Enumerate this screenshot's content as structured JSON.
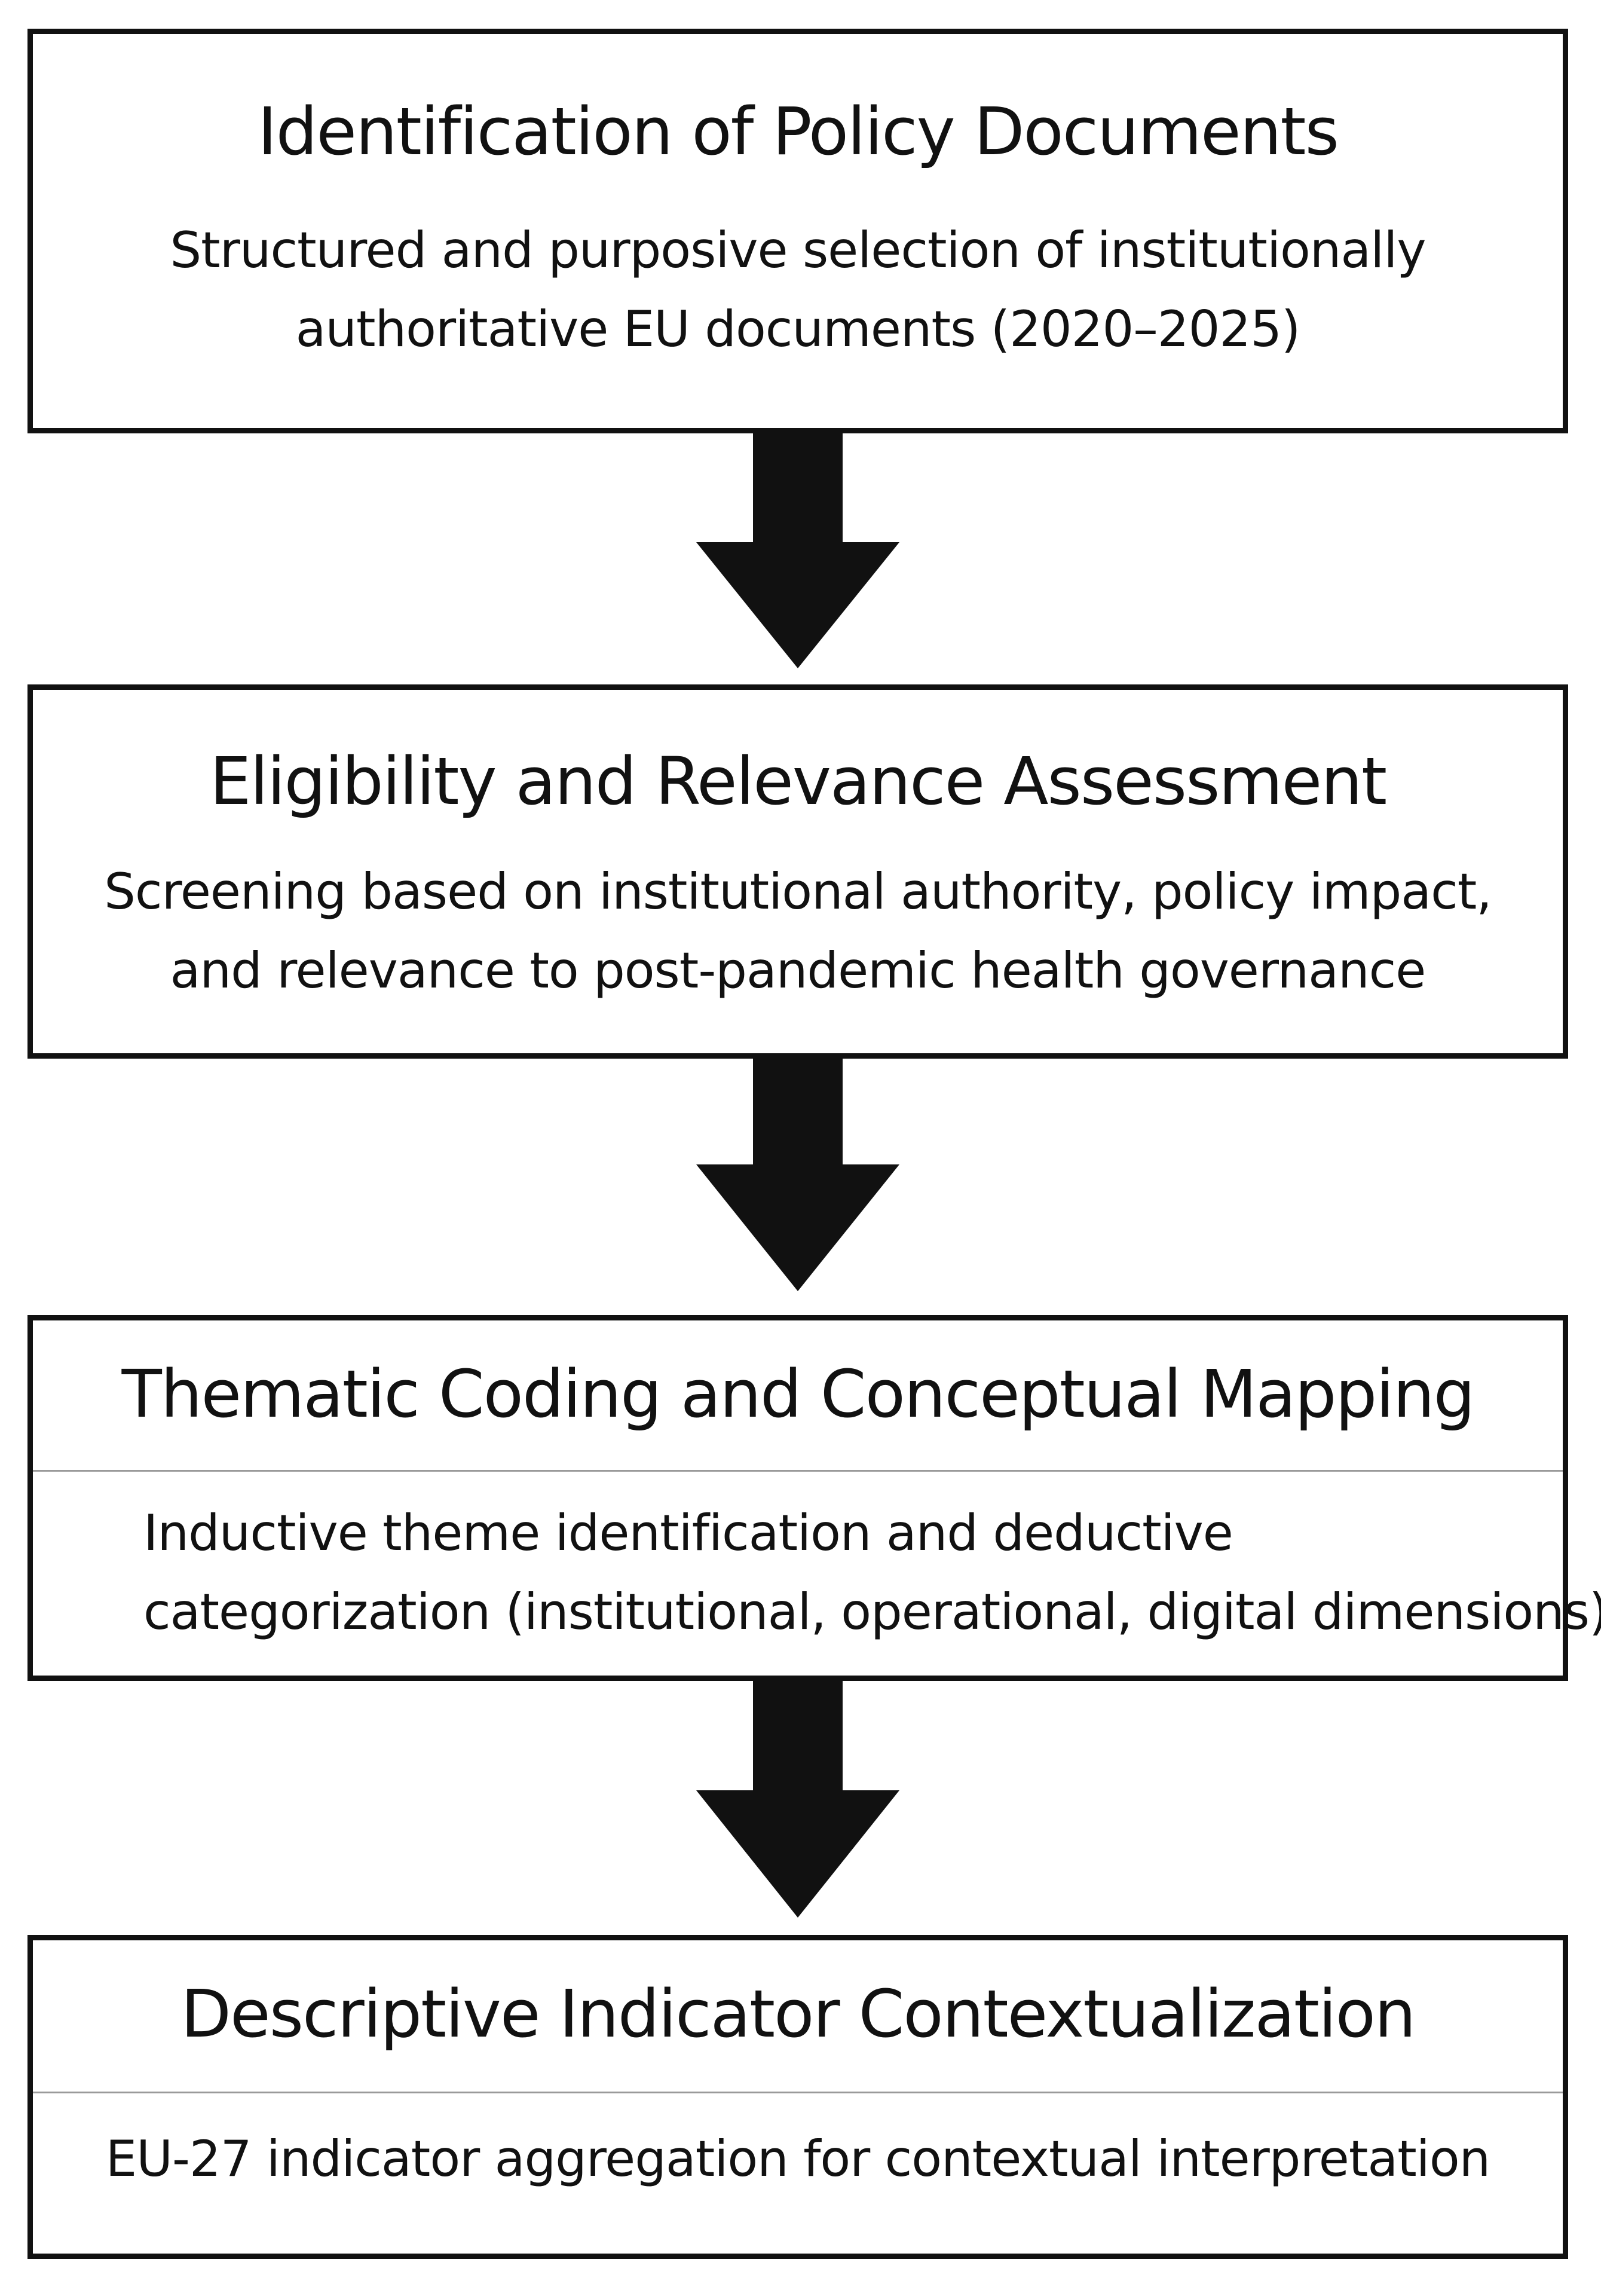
{
  "steps": [
    {
      "title": "Identification of Policy Documents",
      "description_lines": [
        "Structured and purposive selection of institutionally",
        "authoritative EU documents (2020–2025)"
      ]
    },
    {
      "title": "Eligibility and Relevance Assessment",
      "description_lines": [
        "Screening based on institutional authority, policy impact,",
        "and relevance to post-pandemic health governance"
      ]
    },
    {
      "title": "Thematic Coding and Conceptual Mapping",
      "description_lines": [
        "Inductive theme identification and deductive",
        "categorization (institutional, operational, digital dimensions)"
      ]
    },
    {
      "title": "Descriptive Indicator Contextualization",
      "description_lines": [
        "EU-27 indicator aggregation for contextual interpretation"
      ]
    }
  ],
  "colors": {
    "border": "#111111",
    "arrow": "#111111",
    "divider": "#9a9a9a",
    "background": "#ffffff"
  }
}
